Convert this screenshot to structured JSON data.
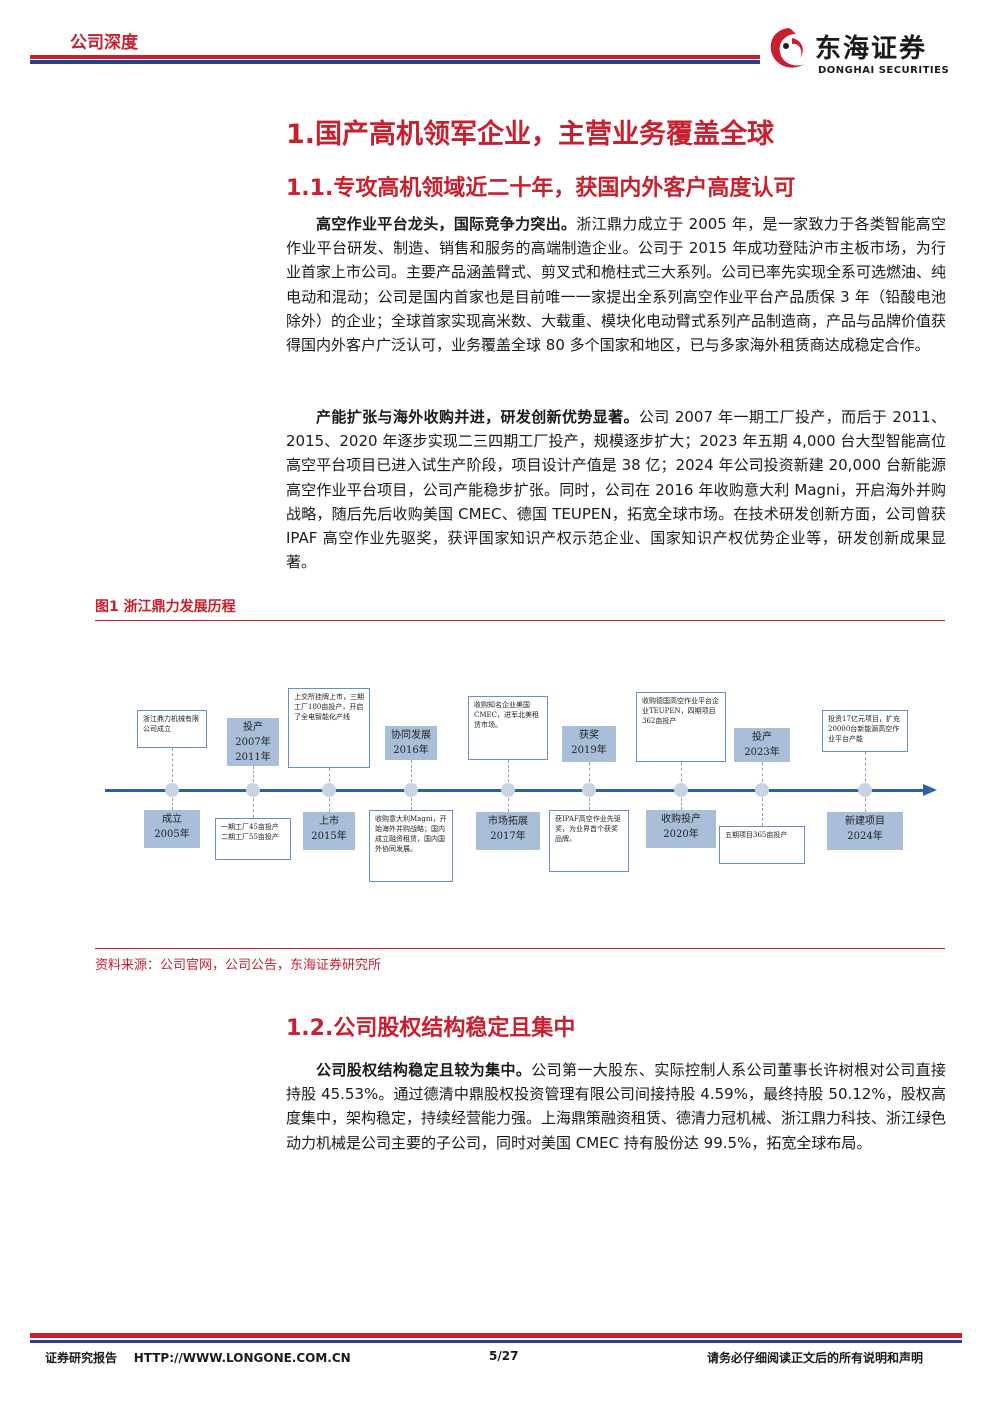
{
  "header": {
    "tag": "公司深度",
    "logo_cn": "东海证券",
    "logo_en": "DONGHAI SECURITIES"
  },
  "section1": {
    "title": "1.国产高机领军企业，主营业务覆盖全球",
    "sub1_title": "1.1.专攻高机领域近二十年，获国内外客户高度认可",
    "p1_lead": "高空作业平台龙头，国际竞争力突出。",
    "p1_body": "浙江鼎力成立于 2005 年，是一家致力于各类智能高空作业平台研发、制造、销售和服务的高端制造企业。公司于 2015 年成功登陆沪市主板市场，为行业首家上市公司。主要产品涵盖臂式、剪叉式和桅柱式三大系列。公司已率先实现全系可选燃油、纯电动和混动；公司是国内首家也是目前唯一一家提出全系列高空作业平台产品质保 3 年（铅酸电池除外）的企业；全球首家实现高米数、大载重、模块化电动臂式系列产品制造商，产品与品牌价值获得国内外客户广泛认可，业务覆盖全球 80 多个国家和地区，已与多家海外租赁商达成稳定合作。",
    "p2_lead": "产能扩张与海外收购并进，研发创新优势显著。",
    "p2_body": "公司 2007 年一期工厂投产，而后于 2011、2015、2020 年逐步实现二三四期工厂投产，规模逐步扩大；2023 年五期 4,000 台大型智能高位高空平台项目已进入试生产阶段，项目设计产值是 38 亿；2024 年公司投资新建 20,000 台新能源高空作业平台项目，公司产能稳步扩张。同时，公司在 2016 年收购意大利 Magni，开启海外并购战略，随后先后收购美国 CMEC、德国 TEUPEN，拓宽全球市场。在技术研发创新方面，公司曾获 IPAF 高空作业先驱奖，获评国家知识产权示范企业、国家知识产权优势企业等，研发创新成果显著。"
  },
  "figure1": {
    "caption": "图1  浙江鼎力发展历程",
    "source": "资料来源：公司官网，公司公告，东海证券研究所",
    "top_events": [
      {
        "label": "",
        "desc": "浙江鼎力机械有限公司成立"
      },
      {
        "label": "投产\n2007年\n2011年",
        "desc": ""
      },
      {
        "label": "",
        "desc": "上交所挂牌上市，三期工厂180亩投产，开启了全电智能化产线"
      },
      {
        "label": "协同发展\n2016年",
        "desc": ""
      },
      {
        "label": "",
        "desc": "收购知名企业美国CMEC，进军北美租赁市场。"
      },
      {
        "label": "获奖\n2019年",
        "desc": ""
      },
      {
        "label": "",
        "desc": "收购德国高空作业平台企业TEUPEN，四期项目362亩投产"
      },
      {
        "label": "投产\n2023年",
        "desc": ""
      },
      {
        "label": "",
        "desc": "投资17亿元项目，扩充20000台新能源高空作业平台产能"
      }
    ],
    "bottom_events": [
      {
        "label": "成立\n2005年",
        "desc": ""
      },
      {
        "label": "",
        "desc": "一期工厂45亩投产\n二期工厂55亩投产"
      },
      {
        "label": "上市\n2015年",
        "desc": ""
      },
      {
        "label": "",
        "desc": "收购意大利Magni，开始海外并购战略；国内成立融资租赁，国内国外协同发展。"
      },
      {
        "label": "市场拓展\n2017年",
        "desc": ""
      },
      {
        "label": "",
        "desc": "获IPAF高空作业先驱奖，为业界首个获奖品牌。"
      },
      {
        "label": "收购投产\n2020年",
        "desc": ""
      },
      {
        "label": "",
        "desc": "五期项目365亩投产"
      },
      {
        "label": "新建项目\n2024年",
        "desc": ""
      }
    ]
  },
  "section12": {
    "title": "1.2.公司股权结构稳定且集中",
    "p_lead": "公司股权结构稳定且较为集中。",
    "p_body": "公司第一大股东、实际控制人系公司董事长许树根对公司直接持股 45.53%。通过德清中鼎股权投资管理有限公司间接持股 4.59%，最终持股 50.12%，股权高度集中，架构稳定，持续经营能力强。上海鼎策融资租赁、德清力冠机械、浙江鼎力科技、浙江绿色动力机械是公司主要的子公司，同时对美国 CMEC 持有股份达 99.5%，拓宽全球布局。"
  },
  "footer": {
    "left": "证券研究报告    HTTP://WWW.LONGONE.COM.CN",
    "page": "5/27",
    "right": "请务必仔细阅读正文后的所有说明和声明"
  },
  "colors": {
    "accent": "#c8202e",
    "blue": "#2a3f8f",
    "timeline": "#2f5fa6",
    "label_bg": "#a9bfd9"
  }
}
